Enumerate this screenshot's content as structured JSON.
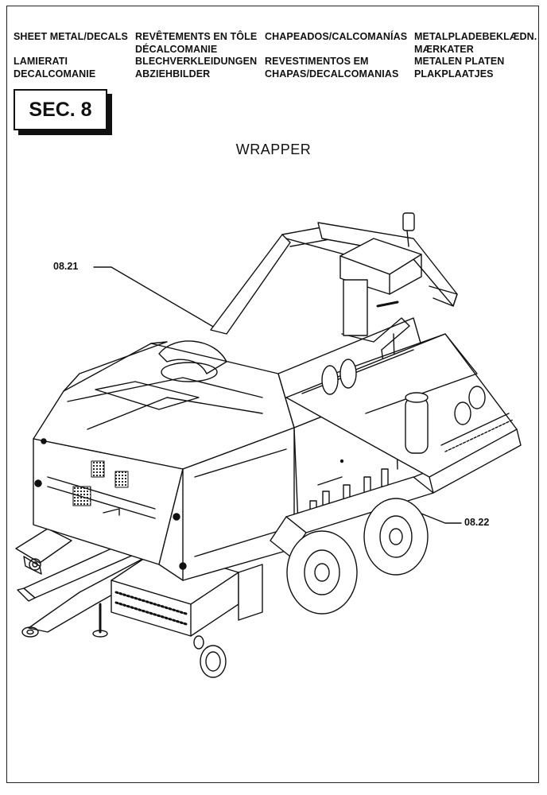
{
  "header": {
    "col1": [
      "SHEET METAL/DECALS",
      "",
      "LAMIERATI",
      "DECALCOMANIE"
    ],
    "col2": [
      "REVÊTEMENTS EN TÔLE",
      "DÉCALCOMANIE",
      "BLECHVERKLEIDUNGEN",
      "ABZIEHBILDER"
    ],
    "col3": [
      "CHAPEADOS/CALCOMANÍAS",
      "",
      "REVESTIMENTOS EM",
      "CHAPAS/DECALCOMANIAS"
    ],
    "col4": [
      "METALPLADEBEKLÆDN.",
      "MÆRKATER",
      "METALEN PLATEN",
      "PLAKPLAATJES"
    ]
  },
  "section_label": "SEC. 8",
  "title": "WRAPPER",
  "callouts": {
    "left": "08.21",
    "right": "08.22"
  }
}
